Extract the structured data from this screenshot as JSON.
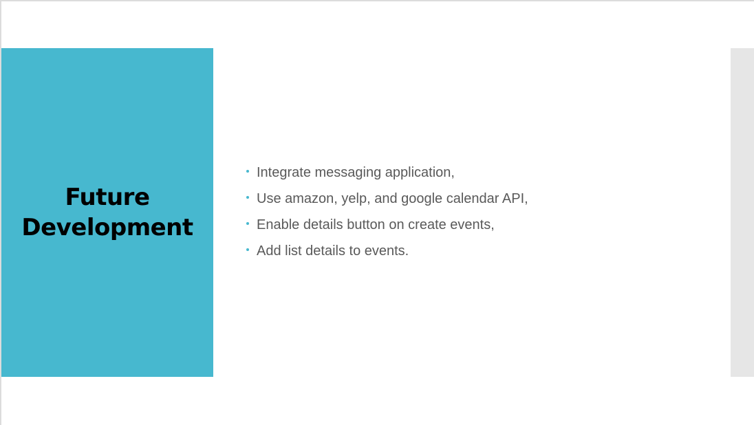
{
  "slide": {
    "title_line1": "Future",
    "title_line2": "Development",
    "bullets": [
      "Integrate messaging application,",
      "Use amazon, yelp, and google calendar API,",
      "Enable details button on create events,",
      "Add list details to events."
    ],
    "colors": {
      "accent_panel": "#47b8cf",
      "bullet_text": "#595959",
      "side_strip": "#e6e6e6"
    }
  }
}
